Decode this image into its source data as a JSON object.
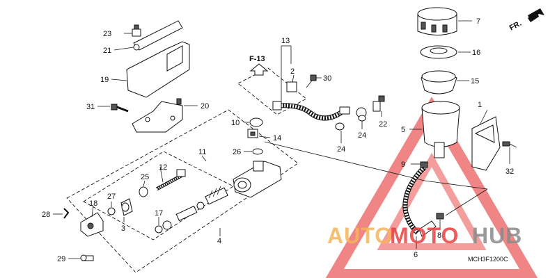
{
  "callouts": [
    {
      "id": "c1",
      "label": "1"
    },
    {
      "id": "c2",
      "label": "2"
    },
    {
      "id": "c3",
      "label": "3"
    },
    {
      "id": "c4",
      "label": "4"
    },
    {
      "id": "c5",
      "label": "5"
    },
    {
      "id": "c6",
      "label": "6"
    },
    {
      "id": "c7",
      "label": "7"
    },
    {
      "id": "c8",
      "label": "8"
    },
    {
      "id": "c9",
      "label": "9"
    },
    {
      "id": "c10",
      "label": "10"
    },
    {
      "id": "c11",
      "label": "11"
    },
    {
      "id": "c12",
      "label": "12"
    },
    {
      "id": "c13",
      "label": "13"
    },
    {
      "id": "c14",
      "label": "14"
    },
    {
      "id": "c15",
      "label": "15"
    },
    {
      "id": "c16",
      "label": "16"
    },
    {
      "id": "c17",
      "label": "17"
    },
    {
      "id": "c18",
      "label": "18"
    },
    {
      "id": "c19",
      "label": "19"
    },
    {
      "id": "c20",
      "label": "20"
    },
    {
      "id": "c21",
      "label": "21"
    },
    {
      "id": "c22",
      "label": "22"
    },
    {
      "id": "c23",
      "label": "23"
    },
    {
      "id": "c24a",
      "label": "24"
    },
    {
      "id": "c24b",
      "label": "24"
    },
    {
      "id": "c25",
      "label": "25"
    },
    {
      "id": "c26",
      "label": "26"
    },
    {
      "id": "c27",
      "label": "27"
    },
    {
      "id": "c28",
      "label": "28"
    },
    {
      "id": "c29",
      "label": "29"
    },
    {
      "id": "c30",
      "label": "30"
    },
    {
      "id": "c31",
      "label": "31"
    },
    {
      "id": "c32",
      "label": "32"
    }
  ],
  "reference": "F-13",
  "direction": "FR.",
  "diagram_code": "MCH3F1200C",
  "watermark": {
    "part1": "AUTO",
    "part2": "MOTO",
    "part3": "HUB",
    "color_orange": "#f5b45a",
    "color_red": "#e84040",
    "color_gray": "#8a8a8a"
  }
}
